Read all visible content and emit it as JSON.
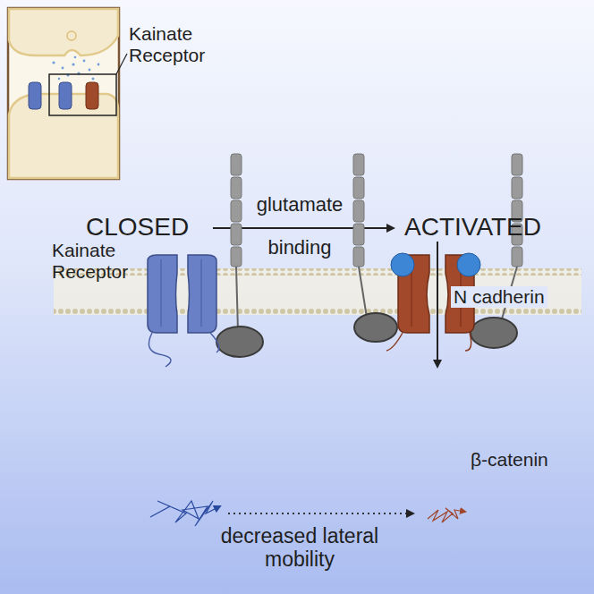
{
  "diagram": {
    "labels": [
      "Kainate Receptor",
      "CLOSED",
      "glutamate",
      "binding",
      "ACTIVATED",
      "Kainate Receptor",
      "N cadherin",
      "β-catenin",
      "decreased lateral mobility"
    ]
  }
}
